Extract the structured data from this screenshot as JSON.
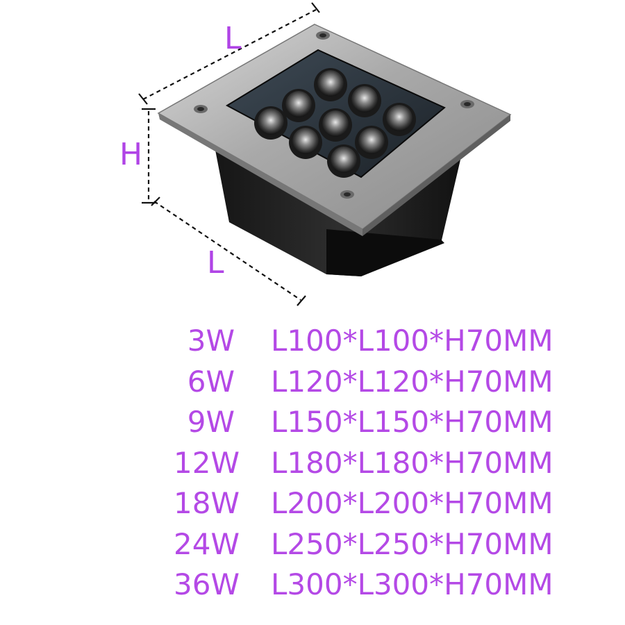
{
  "dimension_labels": {
    "top_length": "L",
    "height": "H",
    "bottom_length": "L"
  },
  "colors": {
    "label": "#b449e6",
    "housing": "#2a2a2a",
    "frame": "#b9b9b9",
    "lens": "#5a5a5a"
  },
  "specs": [
    {
      "watt": "3W",
      "size": "L100*L100*H70MM"
    },
    {
      "watt": "6W",
      "size": "L120*L120*H70MM"
    },
    {
      "watt": "9W",
      "size": "L150*L150*H70MM"
    },
    {
      "watt": "12W",
      "size": "L180*L180*H70MM"
    },
    {
      "watt": "18W",
      "size": "L200*L200*H70MM"
    },
    {
      "watt": "24W",
      "size": "L250*L250*H70MM"
    },
    {
      "watt": "36W",
      "size": "L300*L300*H70MM"
    }
  ]
}
